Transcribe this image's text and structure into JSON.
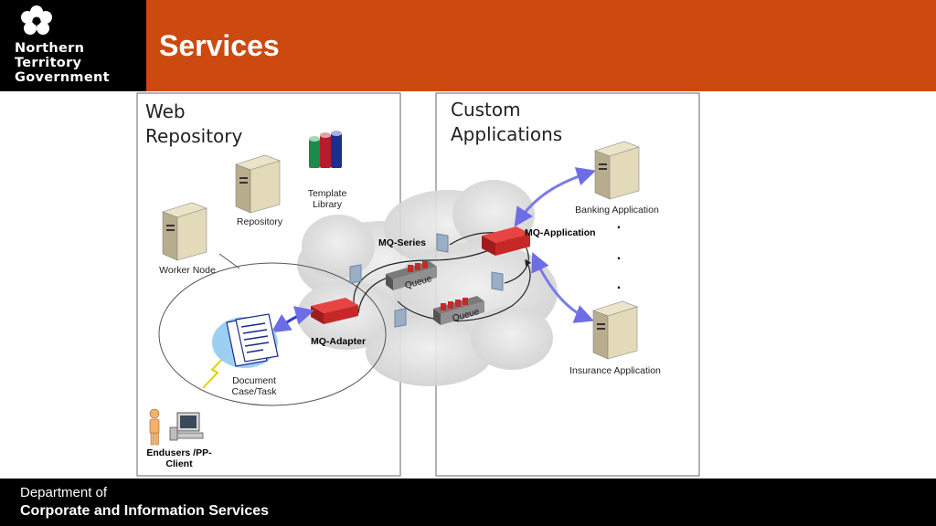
{
  "header": {
    "logo_lines": [
      "Northern",
      "Territory",
      "Government"
    ],
    "title": "Services"
  },
  "diagram": {
    "left_panel": {
      "title_lines": [
        "Web",
        "Repository"
      ],
      "repository": "Repository",
      "template_library_lines": [
        "Template",
        "Library"
      ],
      "worker_node": "Worker Node",
      "mq_adapter": "MQ-Adapter",
      "document_lines": [
        "Document",
        "Case/Task"
      ],
      "endusers_lines": [
        "Endusers /PP-",
        "Client"
      ]
    },
    "cloud": {
      "mq_series": "MQ-Series",
      "queue_label": "Queue"
    },
    "right_panel": {
      "title_lines": [
        "Custom",
        "Applications"
      ],
      "mq_application": "MQ-Application",
      "banking_application": "Banking Application",
      "insurance_application": "Insurance Application",
      "ellipsis_dot": "."
    }
  },
  "footer": {
    "line1": "Department of",
    "line2": "Corporate and Information Services"
  },
  "colors": {
    "header": "#cc4a0f",
    "logo_bg": "#000000",
    "footer_bg": "#000000",
    "arrow": "#7b7bea",
    "adapter": "#d42a2a"
  }
}
